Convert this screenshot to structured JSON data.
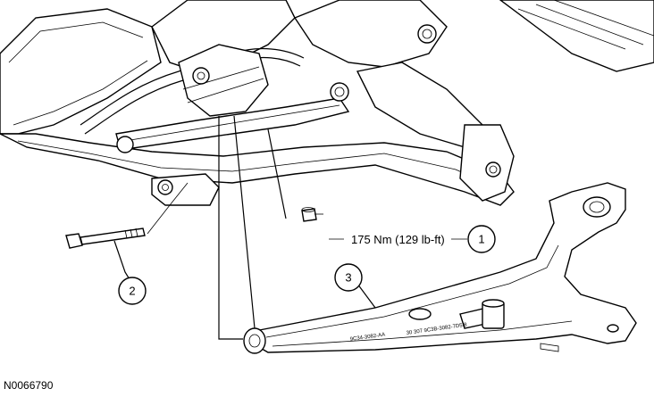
{
  "figure": {
    "id": "N0066790"
  },
  "callouts": [
    {
      "number": "1",
      "text": "175 Nm (129 lb-ft)"
    },
    {
      "number": "2",
      "text": ""
    },
    {
      "number": "3",
      "text": ""
    }
  ],
  "part_markings": {
    "arm_code_a": "9C34-3082-AA",
    "arm_code_b": "30 307 9C3B-3082-7D5.8"
  }
}
